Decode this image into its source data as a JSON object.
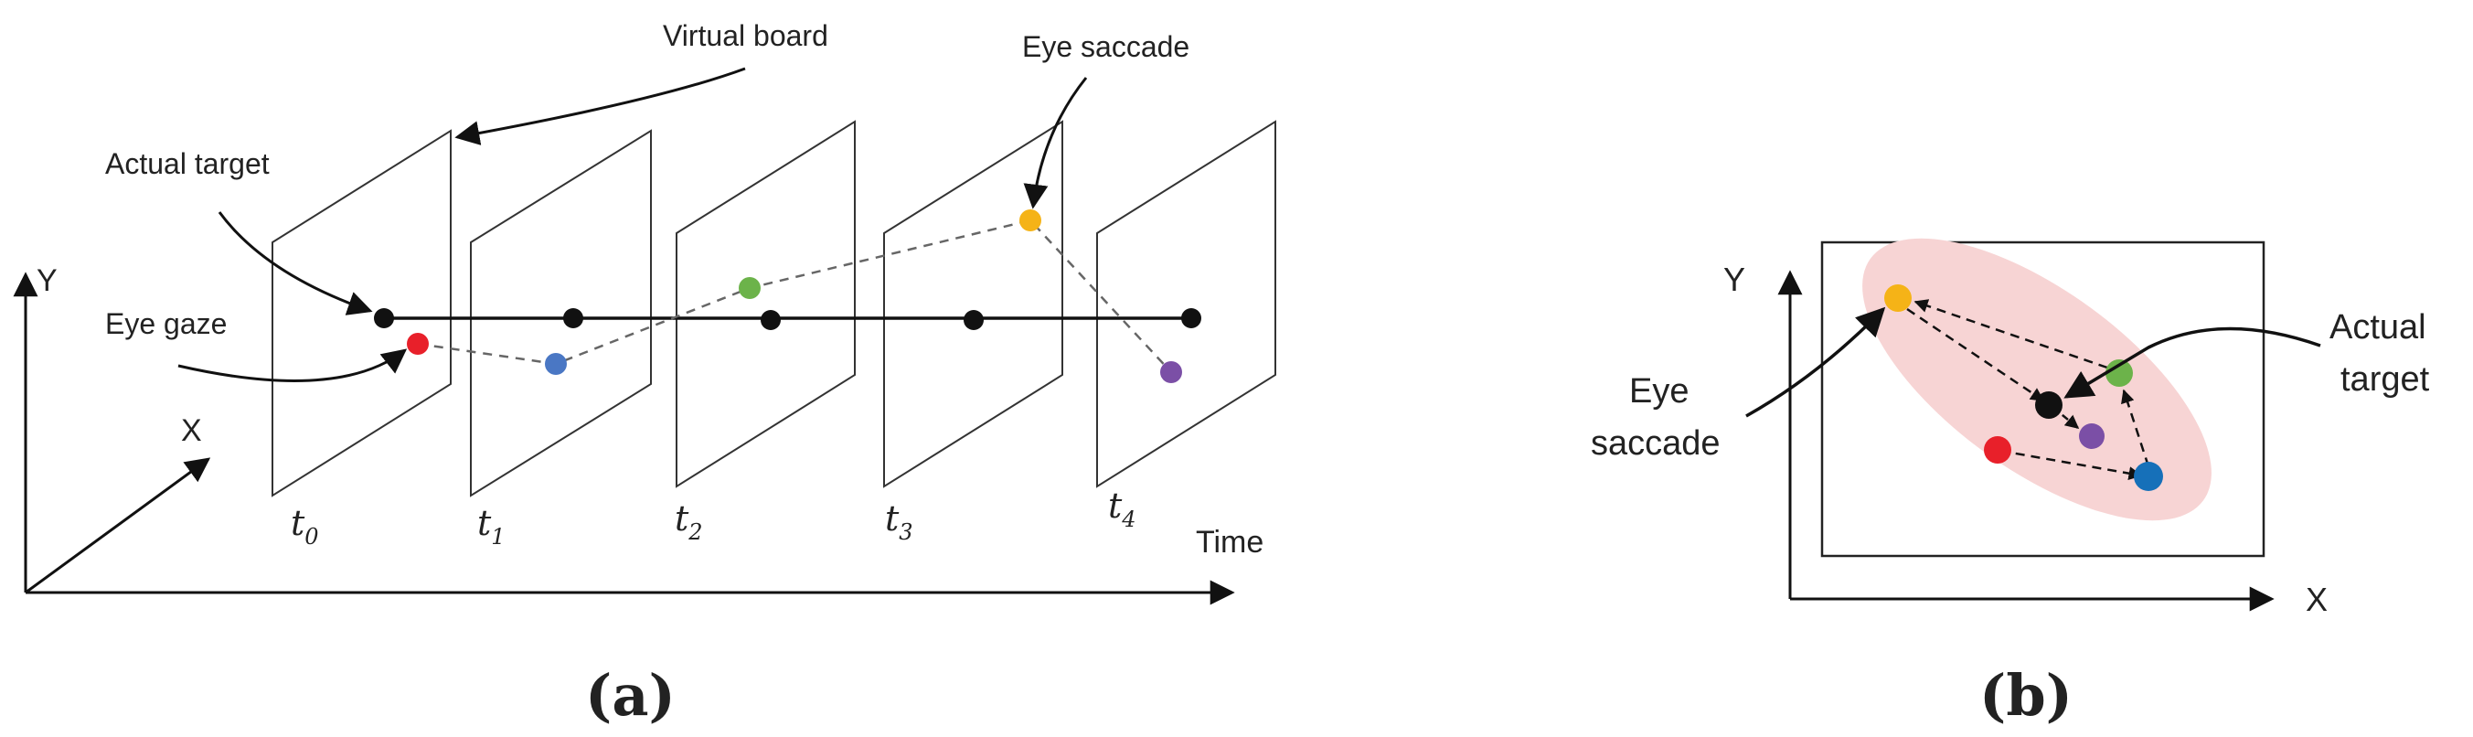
{
  "colors": {
    "ink": "#111111",
    "dashed": "#666666",
    "ellipse_fill": "#f7d4d4",
    "red": "#e8202a",
    "blue": "#4a77c4",
    "green": "#6cb34a",
    "yellow": "#f5b317",
    "purple": "#7b4fa6",
    "black": "#111111",
    "blue_b": "#1670b9"
  },
  "panel_a": {
    "caption": "(a)",
    "axis_y": "Y",
    "axis_x": "X",
    "axis_time": "Time",
    "label_virtual_board": "Virtual board",
    "label_actual_target": "Actual target",
    "label_eye_gaze": "Eye gaze",
    "label_eye_saccade": "Eye saccade",
    "time_labels": [
      {
        "base": "t",
        "sub": "0"
      },
      {
        "base": "t",
        "sub": "1"
      },
      {
        "base": "t",
        "sub": "2"
      },
      {
        "base": "t",
        "sub": "3"
      },
      {
        "base": "t",
        "sub": "4"
      }
    ]
  },
  "panel_b": {
    "caption": "(b)",
    "axis_y": "Y",
    "axis_x": "X",
    "label_eye_saccade_line1": "Eye",
    "label_eye_saccade_line2": "saccade",
    "label_actual_target_line1": "Actual",
    "label_actual_target_line2": "target"
  }
}
